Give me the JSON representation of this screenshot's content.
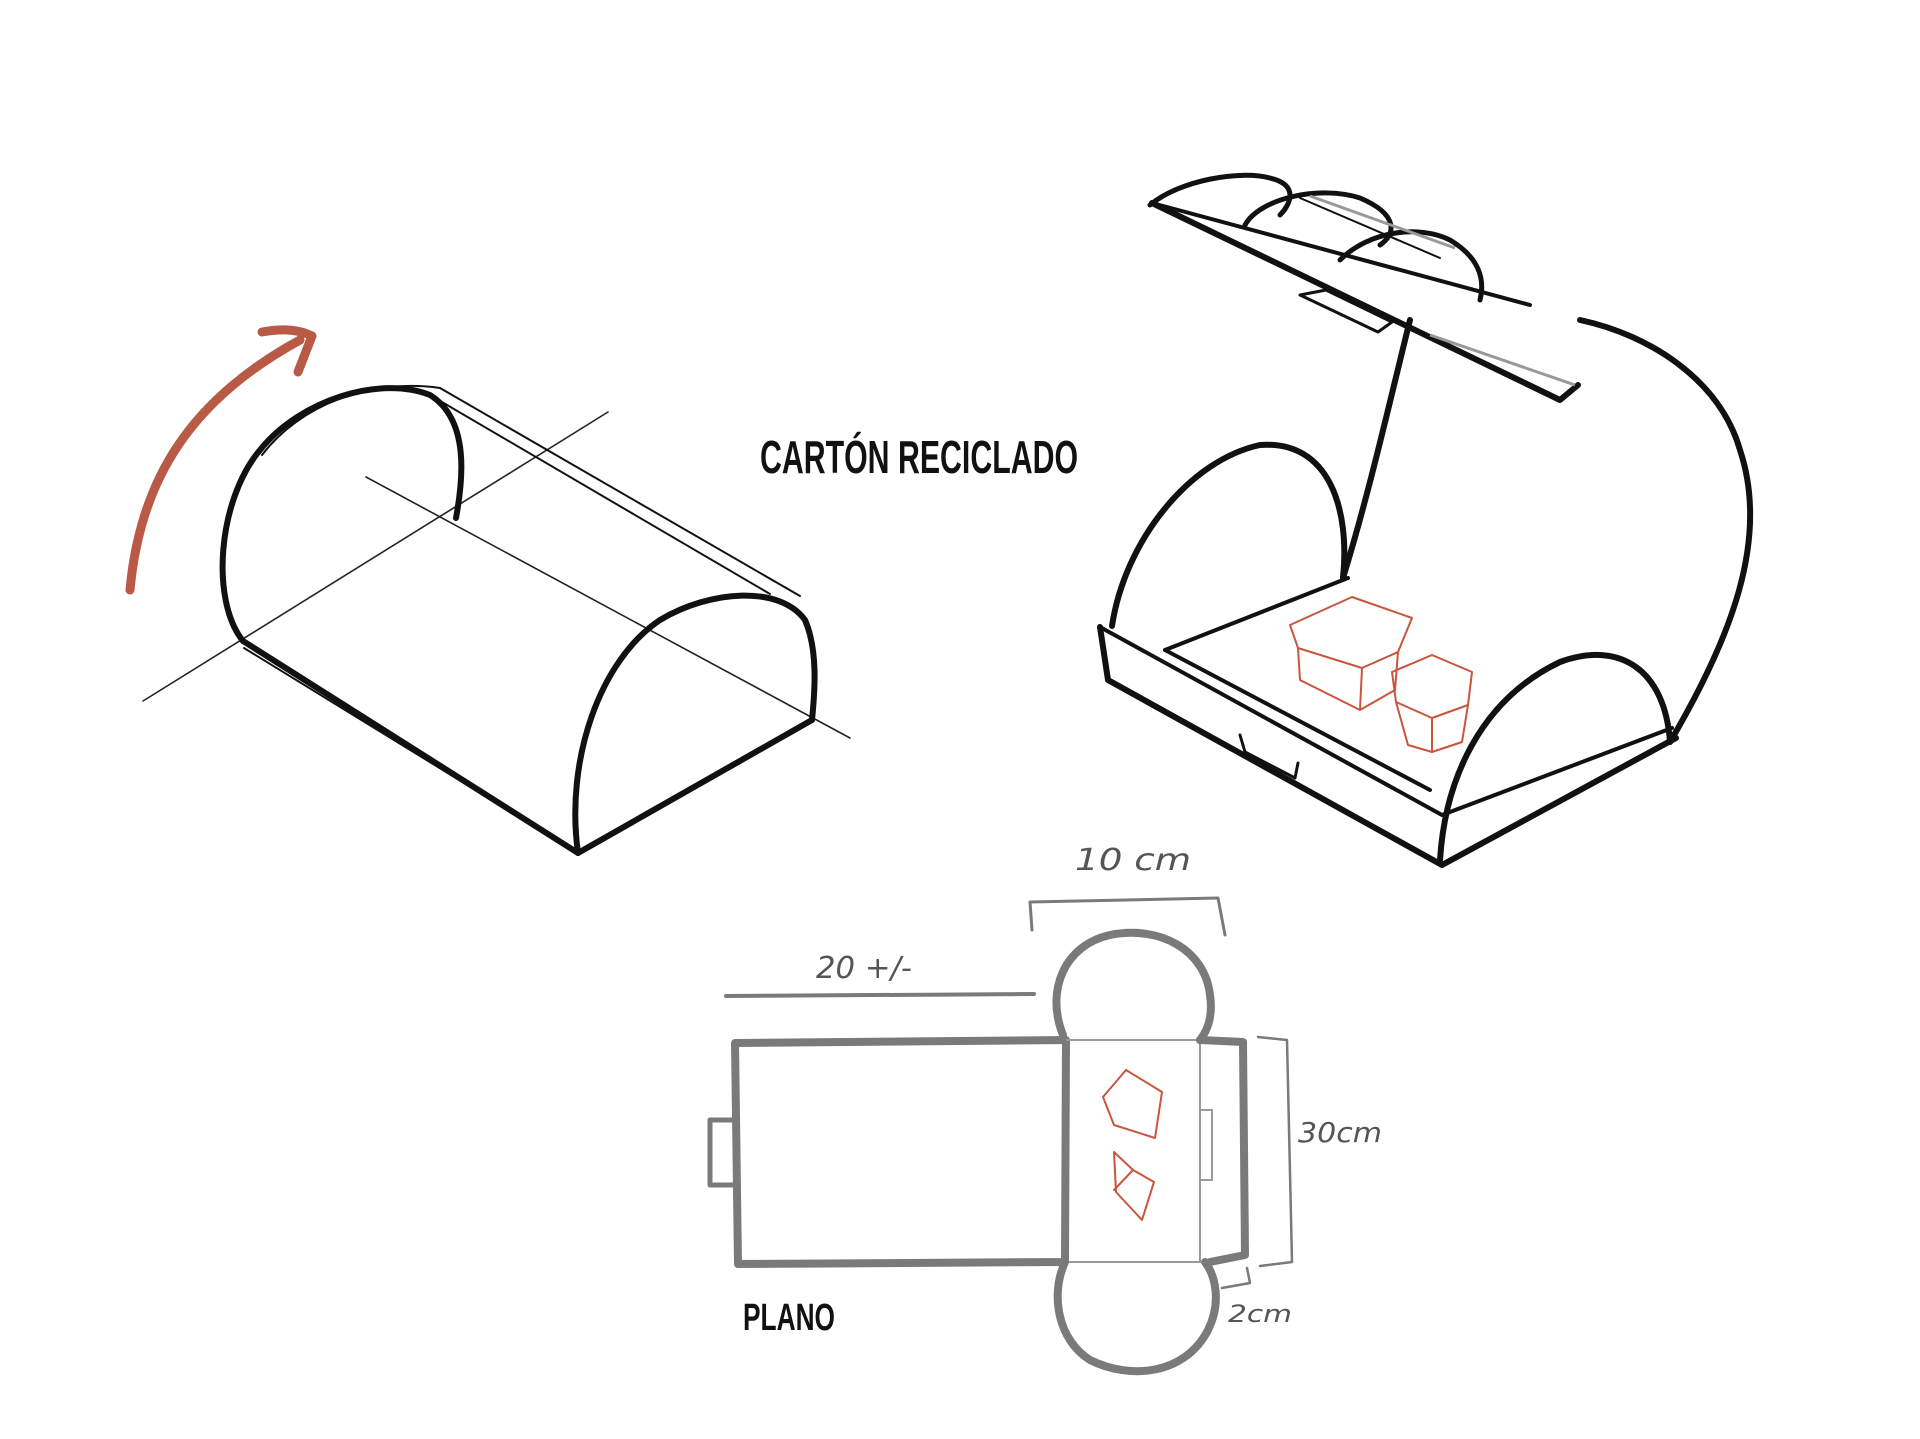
{
  "title": "CARTÓN RECICLADO",
  "plan_label": "PLANO",
  "dimensions": {
    "width": "10 cm",
    "length": "20 +/-",
    "height": "30cm",
    "flap": "2cm"
  },
  "colors": {
    "ink": "#111111",
    "plan_gray": "#7a7a7a",
    "accent_red": "#b85a45",
    "content_red": "#c8553d"
  }
}
